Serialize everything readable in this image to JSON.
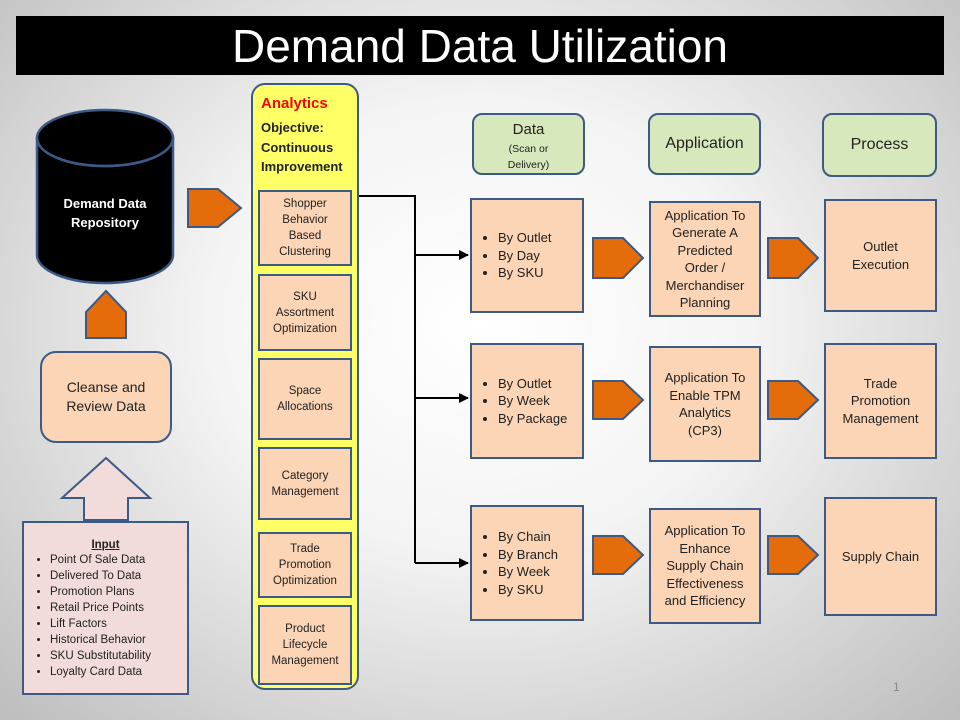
{
  "title": "Demand Data Utilization",
  "repository": {
    "line1": "Demand Data",
    "line2": "Repository"
  },
  "cleanse": {
    "line1": "Cleanse and",
    "line2": "Review Data"
  },
  "input": {
    "heading": "Input",
    "items": [
      "Point Of Sale Data",
      "Delivered To Data",
      "Promotion Plans",
      "Retail Price Points",
      "Lift Factors",
      "Historical Behavior",
      "SKU Substitutability",
      "Loyalty Card Data"
    ]
  },
  "analytics": {
    "heading": "Analytics",
    "objective_lines": [
      "Objective:",
      "Continuous",
      "Improvement"
    ],
    "items": [
      [
        "Shopper",
        "Behavior",
        "Based",
        "Clustering"
      ],
      [
        "SKU",
        "Assortment",
        "Optimization"
      ],
      [
        "Space",
        "Allocations"
      ],
      [
        "Category",
        "Management"
      ],
      [
        "Trade",
        "Promotion",
        "Optimization"
      ],
      [
        "Product",
        "Lifecycle",
        "Management"
      ]
    ]
  },
  "headers": {
    "data": {
      "label": "Data",
      "sub_lines": [
        "(Scan or",
        "Delivery)"
      ]
    },
    "application": "Application",
    "process": "Process"
  },
  "rows": [
    {
      "data": [
        "By Outlet",
        "By Day",
        "By SKU"
      ],
      "application": [
        "Application To",
        "Generate A",
        "Predicted",
        "Order /",
        "Merchandiser",
        "Planning"
      ],
      "process": [
        "Outlet",
        "Execution"
      ]
    },
    {
      "data": [
        "By Outlet",
        "By Week",
        "By Package"
      ],
      "application": [
        "Application To",
        "Enable TPM",
        "Analytics",
        "(CP3)"
      ],
      "process": [
        "Trade",
        "Promotion",
        "Management"
      ]
    },
    {
      "data": [
        "By Chain",
        "By Branch",
        "By Week",
        "By SKU"
      ],
      "application": [
        "Application To",
        "Enhance",
        "Supply Chain",
        "Effectiveness",
        "and Efficiency"
      ],
      "process": [
        "Supply Chain"
      ]
    }
  ],
  "slide_number": "1",
  "colors": {
    "box_fill": "#fbd5b5",
    "box_border": "#3b5a85",
    "arrow_fill": "#e46c0a",
    "analytics_fill": "#ffff66",
    "header_fill": "#d7e8bc",
    "input_fill": "#f2dcdb",
    "analytics_heading": "#ff0000"
  }
}
